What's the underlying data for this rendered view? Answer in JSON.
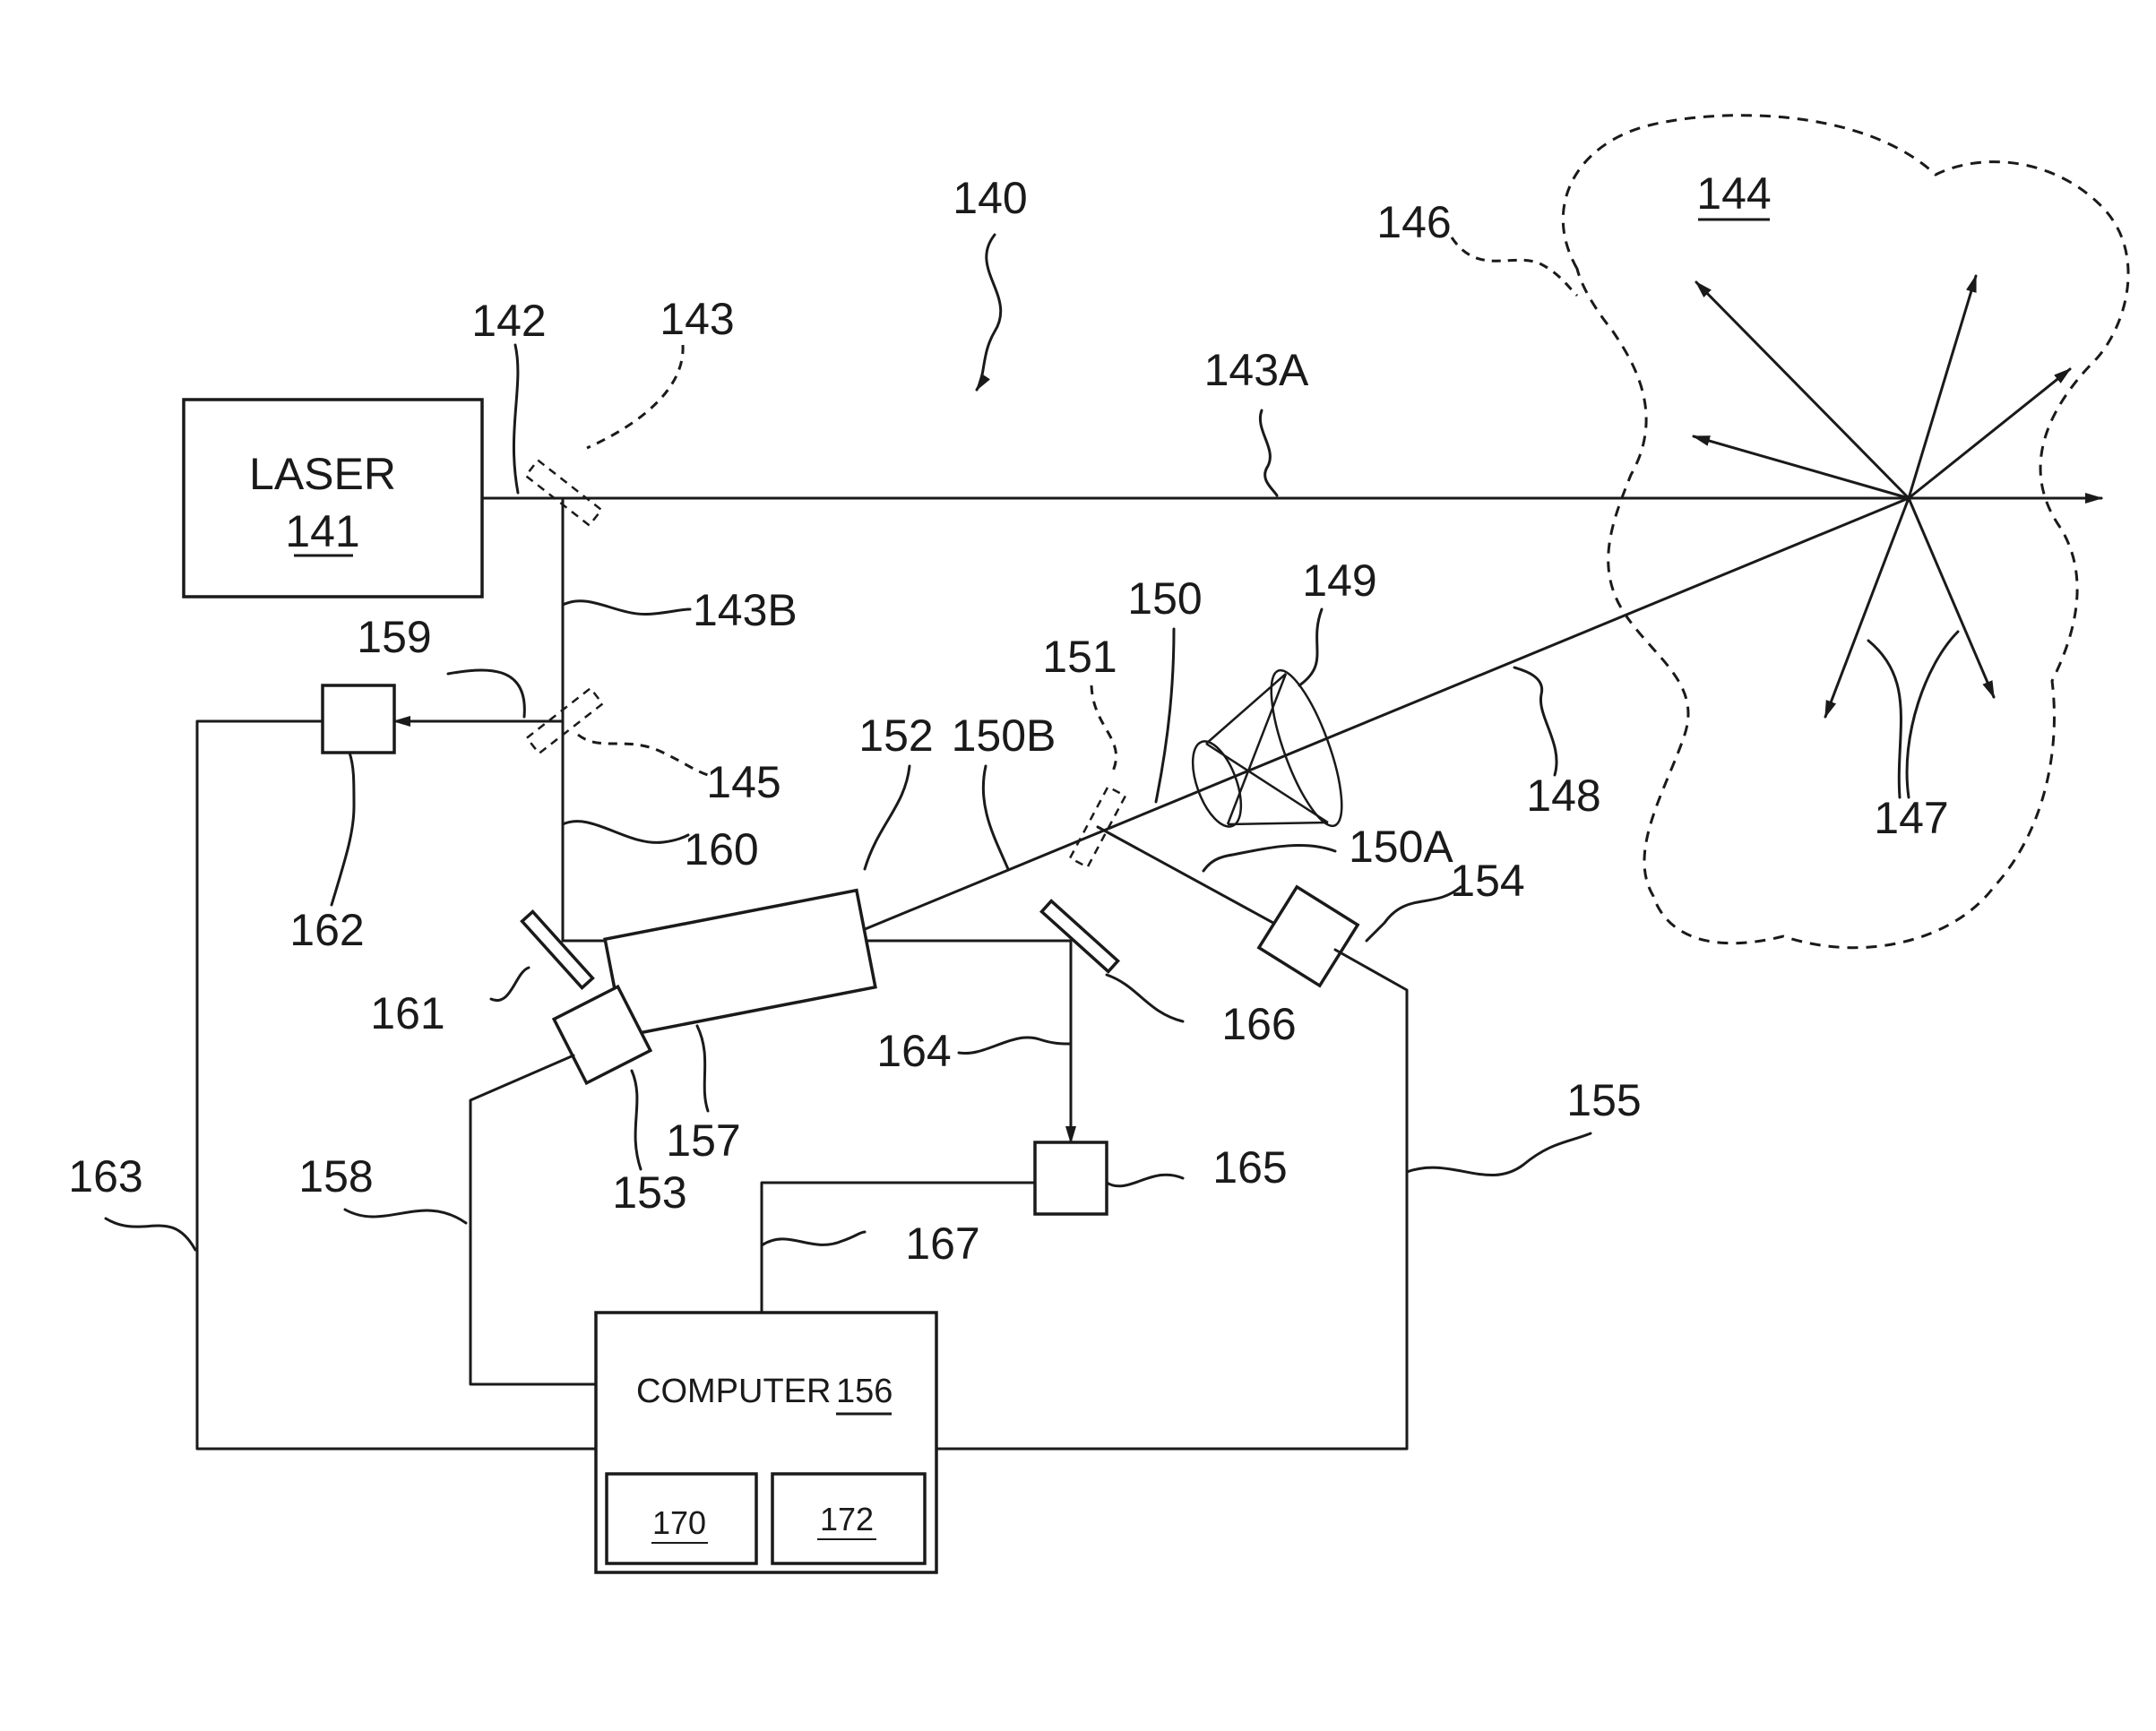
{
  "labels": {
    "laser_word": "LASER",
    "laser_num": "141",
    "computer_word": "COMPUTER",
    "computer_num": "156",
    "sub_170": "170",
    "sub_172": "172",
    "ref_140": "140",
    "ref_142": "142",
    "ref_143": "143",
    "ref_143A": "143A",
    "ref_143B": "143B",
    "ref_144": "144",
    "ref_145": "145",
    "ref_146": "146",
    "ref_147": "147",
    "ref_148": "148",
    "ref_149": "149",
    "ref_150": "150",
    "ref_150A": "150A",
    "ref_150B": "150B",
    "ref_151": "151",
    "ref_152": "152",
    "ref_153": "153",
    "ref_154": "154",
    "ref_155": "155",
    "ref_157": "157",
    "ref_158": "158",
    "ref_159": "159",
    "ref_160": "160",
    "ref_161": "161",
    "ref_162": "162",
    "ref_163": "163",
    "ref_164": "164",
    "ref_165": "165",
    "ref_166": "166",
    "ref_167": "167"
  },
  "colors": {
    "ink": "#1a1a1a",
    "background": "#ffffff"
  }
}
